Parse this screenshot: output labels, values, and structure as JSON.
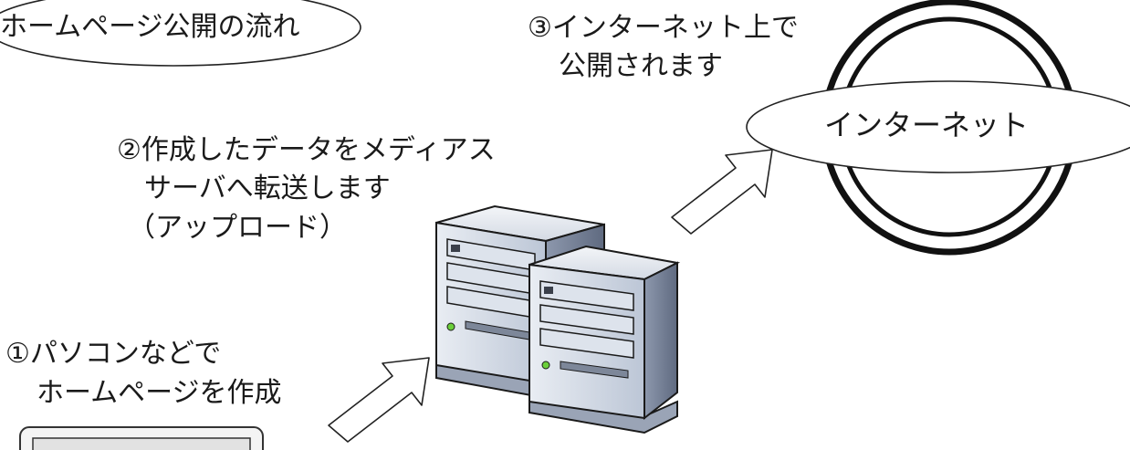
{
  "title": "ホームページ公開の流れ",
  "step1": {
    "line1": "①パソコンなどで",
    "line2": "ホームページを作成"
  },
  "step2": {
    "line1": "②作成したデータをメディアス",
    "line2": "サーバへ転送します",
    "line3": "（アップロード）"
  },
  "step3": {
    "line1": "③インターネット上で",
    "line2": "公開されます"
  },
  "internet_label": "インターネット",
  "icons": [
    "computer-monitor-icon",
    "server-tower-icon",
    "server-tower-icon",
    "globe-icon",
    "arrow-icon",
    "arrow-icon"
  ]
}
